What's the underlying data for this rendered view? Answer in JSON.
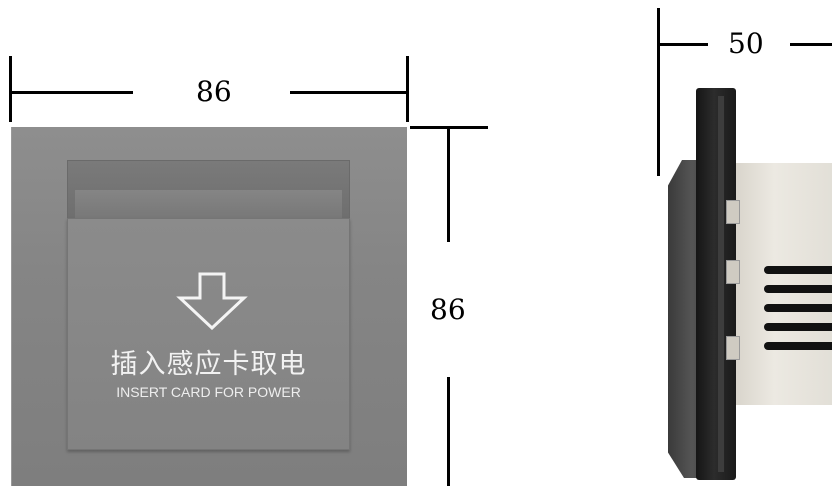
{
  "dimensions": {
    "front_width": "86",
    "front_height": "86",
    "side_depth": "50"
  },
  "card_panel": {
    "label_cn": "插入感应卡取电",
    "label_en": "INSERT CARD FOR POWER",
    "icon": "down-arrow-icon"
  },
  "colors": {
    "plate": "#868686",
    "label_text": "#f2f2f2",
    "side_frame": "#1f1f1f",
    "side_body": "#e6e3dc"
  }
}
